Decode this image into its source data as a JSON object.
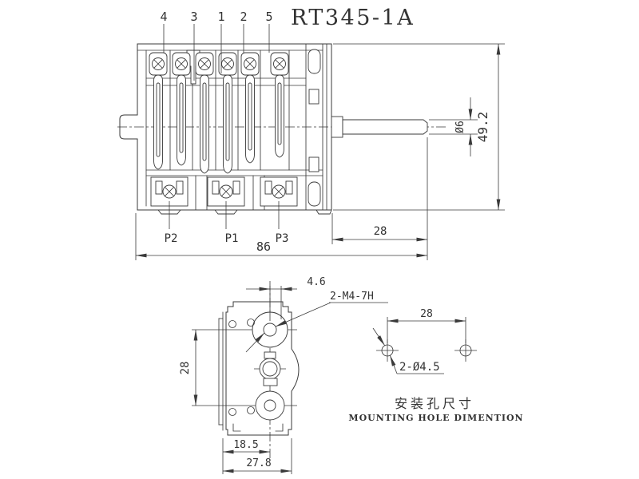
{
  "title": "RT345-1A",
  "side_view": {
    "pin_labels": [
      "4",
      "3",
      "1",
      "2",
      "5"
    ],
    "terminal_labels": [
      "P2",
      "P1",
      "P3"
    ],
    "dim_shaft_dia": "Ø6",
    "dim_height": "49.2",
    "dim_shaft_len": "28",
    "dim_total_len": "86"
  },
  "bottom_view": {
    "dim_offset": "4.6",
    "dim_thread": "2-M4-7H",
    "dim_hole_span": "28",
    "dim_center_from_left": "18.5",
    "dim_width": "27.8"
  },
  "mounting": {
    "dim_spacing": "28",
    "dim_hole": "2-Ø4.5",
    "caption_zh": "安装孔尺寸",
    "caption_en": "MOUNTING HOLE DIMENTION"
  }
}
